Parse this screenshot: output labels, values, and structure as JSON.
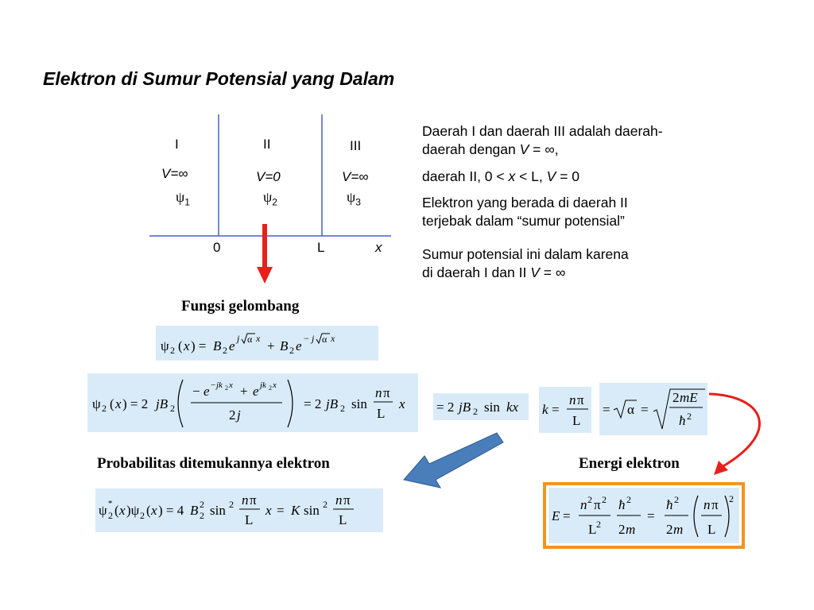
{
  "slide": {
    "title": "Elektron di Sumur Potensial yang Dalam"
  },
  "diagram": {
    "regions": [
      {
        "roman": "I",
        "potential": "V=∞",
        "psi": "ψ",
        "psi_sub": "1"
      },
      {
        "roman": "II",
        "potential": "V=0",
        "psi": "ψ",
        "psi_sub": "2"
      },
      {
        "roman": "III",
        "potential": "V=∞",
        "psi": "ψ",
        "psi_sub": "3"
      }
    ],
    "axis_labels": {
      "origin": "0",
      "well_width": "L",
      "axis": "x"
    }
  },
  "description": {
    "p1_line1": "Daerah I dan daerah III  adalah daerah-",
    "p1_line2_prefix": "daerah dengan ",
    "p1_line2_var": "V",
    "p1_line2_suffix": " = ∞,",
    "p2_prefix": "daerah II,  0 < ",
    "p2_x": "x",
    "p2_mid": " < L,  ",
    "p2_v": "V",
    "p2_suffix": " = 0",
    "p3_line1": "Elektron yang berada di daerah II",
    "p3_line2": "terjebak dalam “sumur potensial”",
    "p4_line1": "Sumur potensial ini dalam karena",
    "p4_line2_prefix": "di daerah I dan II ",
    "p4_line2_var": "V",
    "p4_line2_suffix": " = ∞"
  },
  "headings": {
    "wave_function": "Fungsi gelombang",
    "probability": "Probabilitas ditemukannya elektron",
    "energy": "Energi elektron"
  },
  "equations": {
    "eq1": "ψ2(x) = B2 e^{j√α x} + B2 e^{−j√α x}",
    "eq2": "ψ2(x) = 2jB2 ( (−e^{−jk2x} + e^{jk2x}) / 2j ) = 2jB2 sin (nπ/L) x",
    "eq3": "= 2jB2 sin kx",
    "eq4": "k = nπ/L",
    "eq5": "= √α = √(2mE/ħ²)",
    "eq6": "ψ2*(x)ψ2(x) = 4B2² sin² (nπ/L) x = K sin² (nπ/L)",
    "eq7": "E = n²π²/L² · ħ²/2m = ħ²/2m (nπ/L)²"
  },
  "colors": {
    "equation_bg": "#d9ebf8",
    "red_arrow": "#e8201c",
    "blue_arrow": "#4a7ebb",
    "orange_border": "#f0961e",
    "axis_line": "#4a5fc9"
  }
}
